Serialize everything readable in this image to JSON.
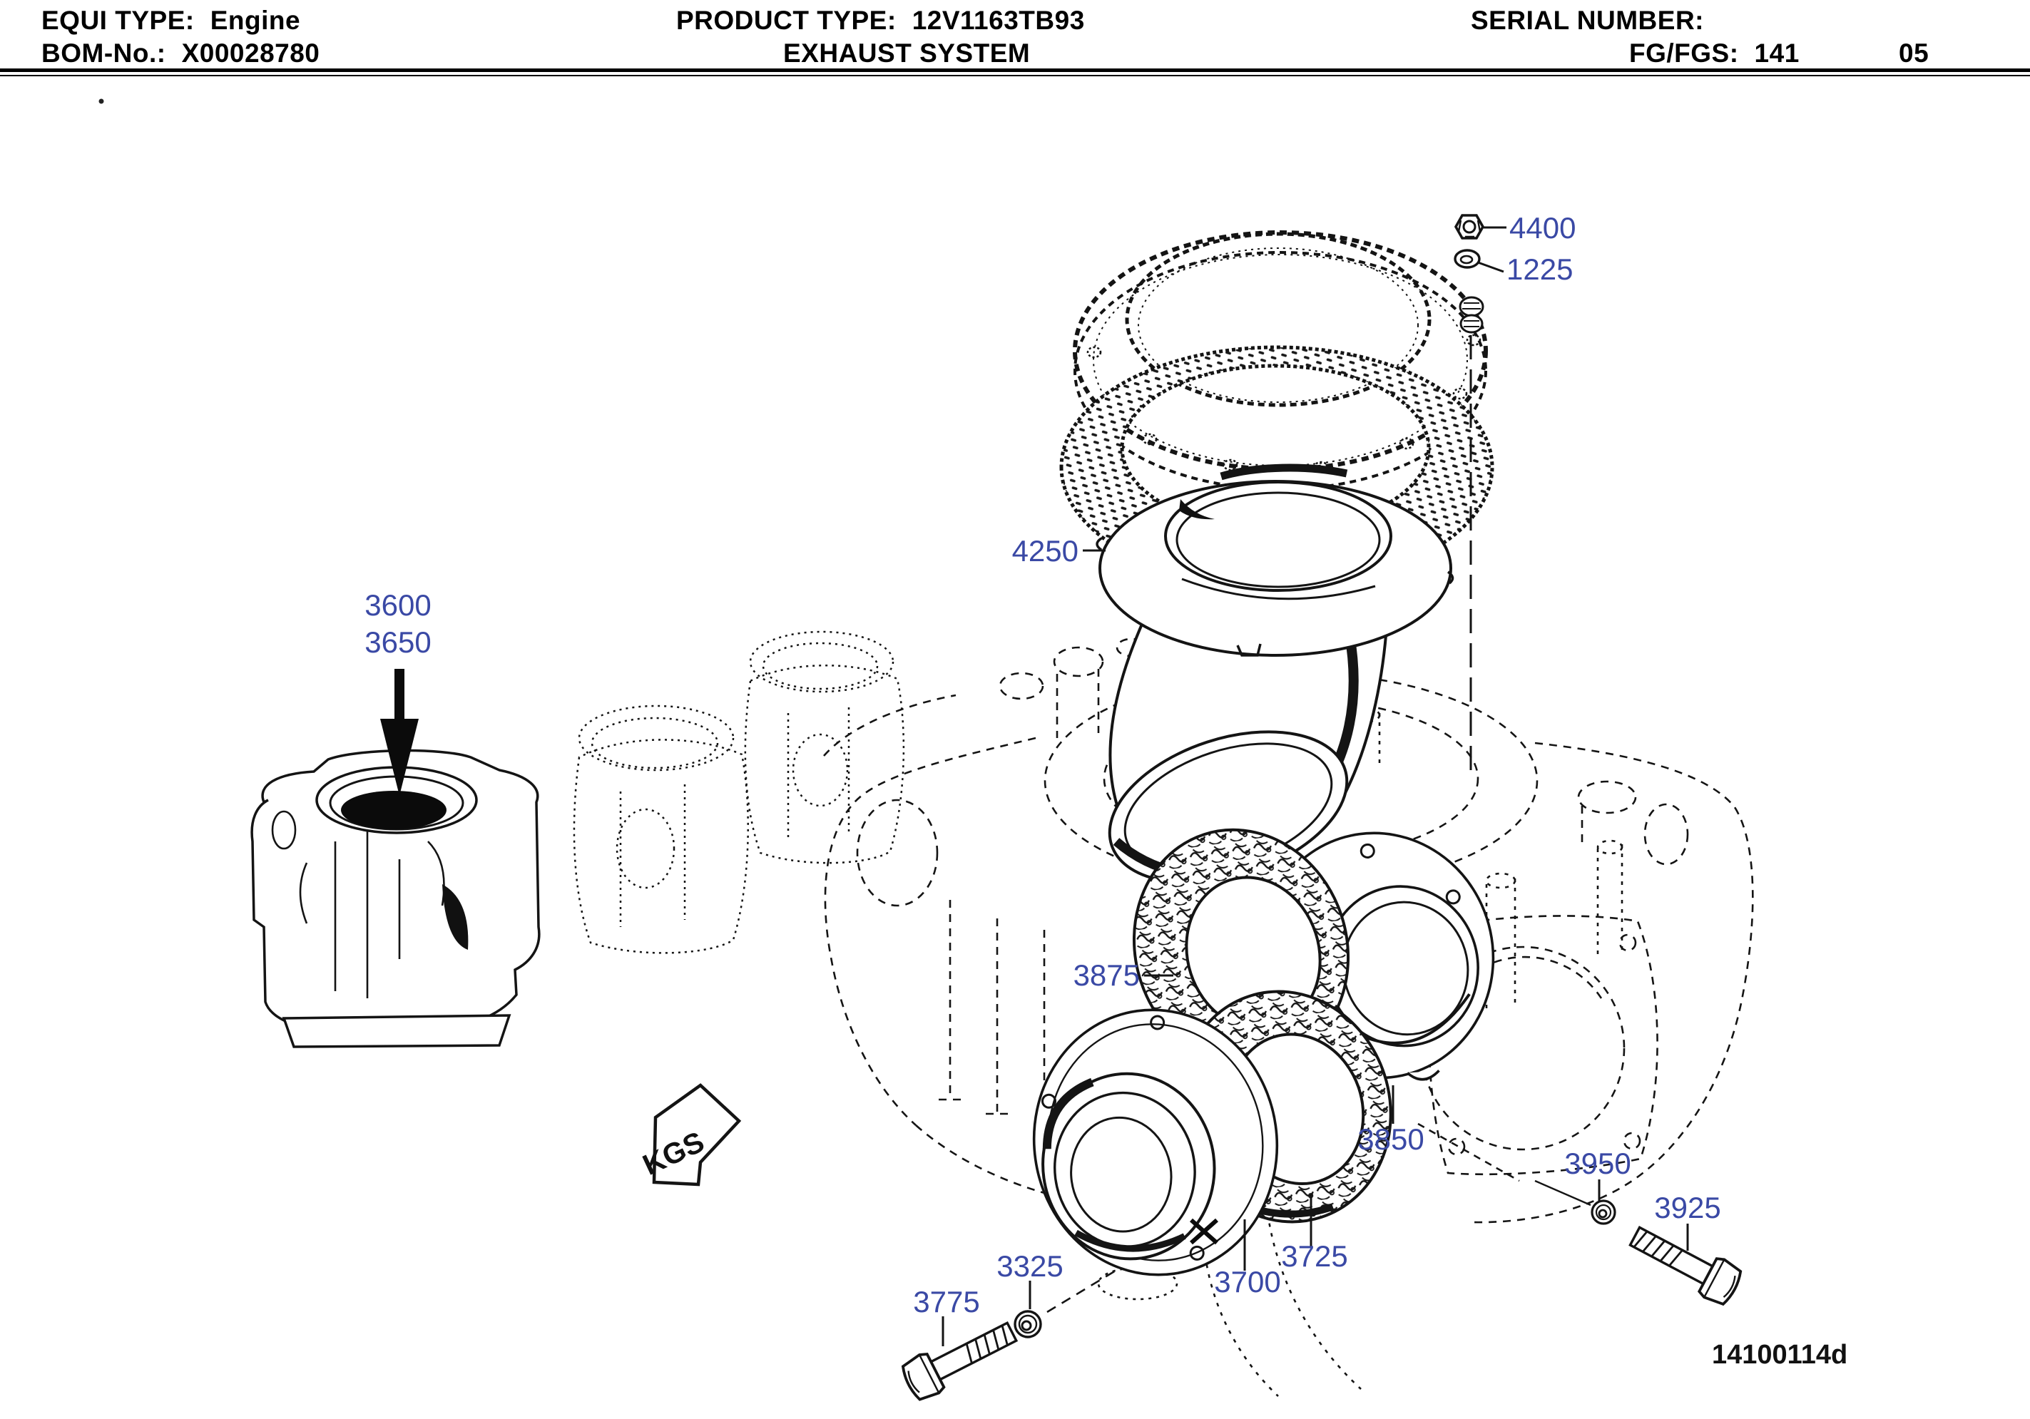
{
  "header": {
    "row1": {
      "equi_label": "EQUI TYPE:",
      "equi_value": "Engine",
      "product_label": "PRODUCT TYPE:",
      "product_value": "12V1163TB93",
      "serial_label": "SERIAL NUMBER:",
      "serial_value": ""
    },
    "row2": {
      "bom_label": "BOM-No.:",
      "bom_value": "X00028780",
      "title": "EXHAUST SYSTEM",
      "fg_label": "FG/FGS:",
      "fg_value": "141",
      "sheet_no": "05"
    }
  },
  "diagram": {
    "type": "exploded-parts-drawing",
    "drawing_number": "14100114d",
    "flow_arrow_label": "KGS",
    "accent_color": "#3A49A5",
    "line_color": "#141414",
    "part_labels": [
      {
        "part_no": "4400",
        "points_to": "hex-nut"
      },
      {
        "part_no": "1225",
        "points_to": "washer"
      },
      {
        "part_no": "4250",
        "points_to": "outlet-funnel-flange"
      },
      {
        "part_no": "3600",
        "points_to": "turbocharger-housing"
      },
      {
        "part_no": "3650",
        "points_to": "turbocharger-housing"
      },
      {
        "part_no": "3875",
        "points_to": "mesh-gasket-upper"
      },
      {
        "part_no": "3850",
        "points_to": "adapter-flange-upper"
      },
      {
        "part_no": "3950",
        "points_to": "washer-right"
      },
      {
        "part_no": "3925",
        "points_to": "hex-bolt-right"
      },
      {
        "part_no": "3325",
        "points_to": "washer-left"
      },
      {
        "part_no": "3775",
        "points_to": "hex-bolt-left"
      },
      {
        "part_no": "3700",
        "points_to": "adapter-flange-lower"
      },
      {
        "part_no": "3725",
        "points_to": "mesh-gasket-lower"
      }
    ]
  }
}
